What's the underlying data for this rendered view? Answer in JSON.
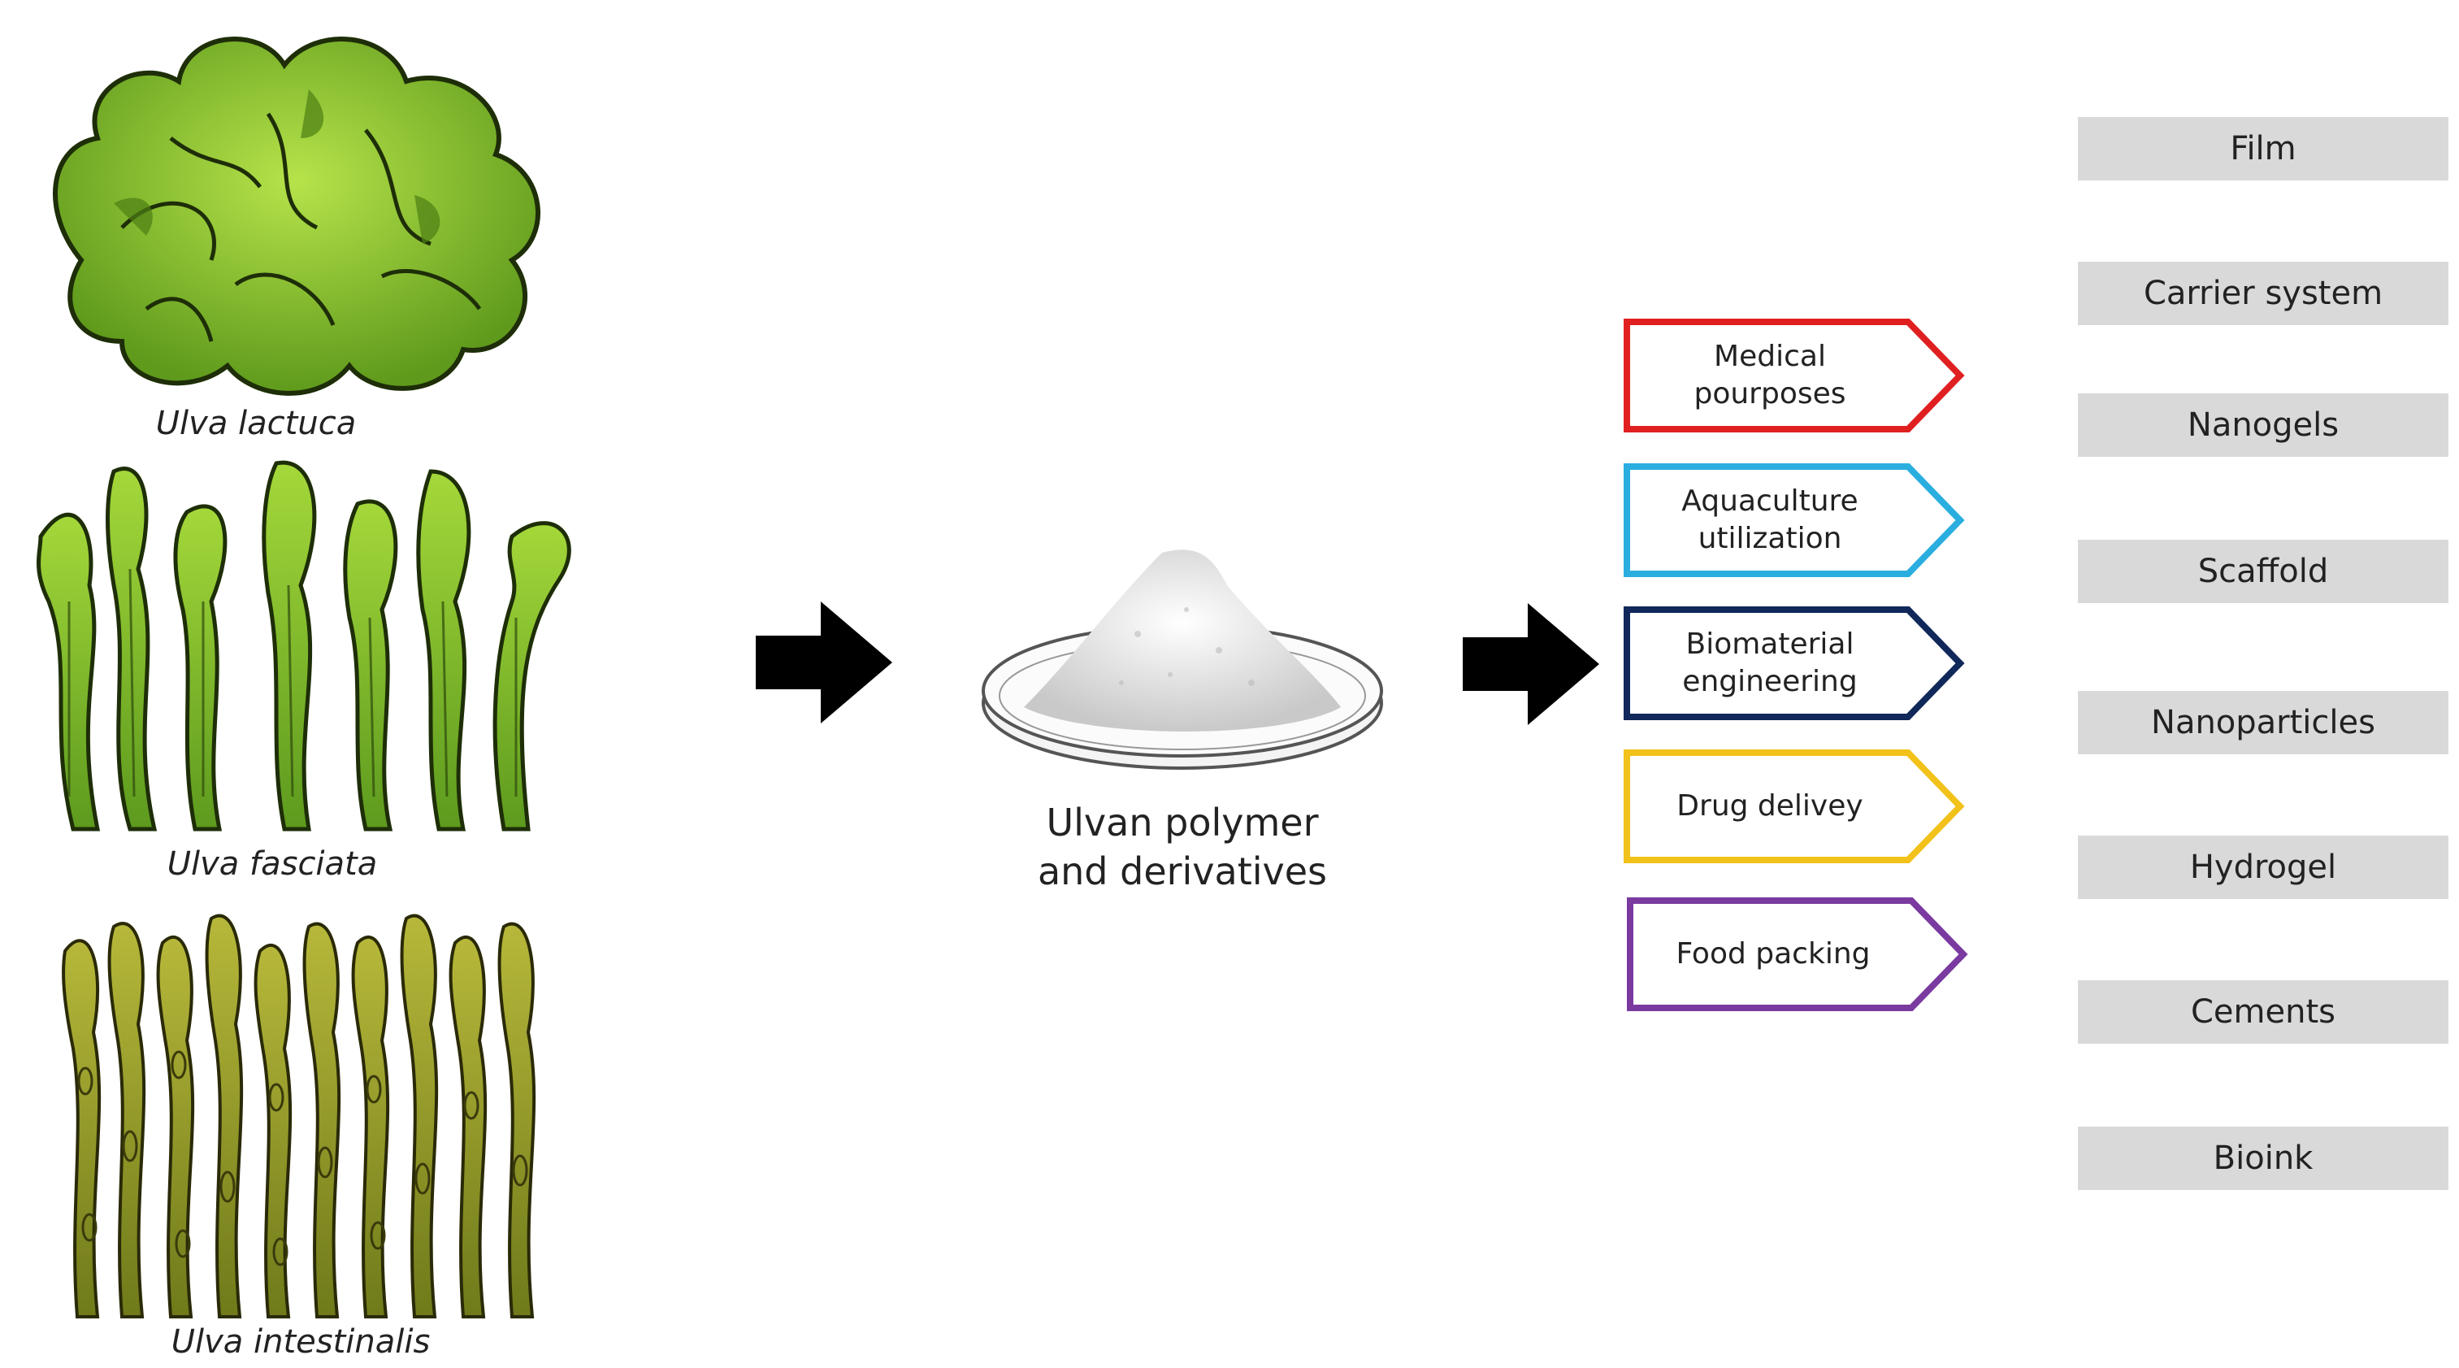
{
  "species": [
    {
      "name": "Ulva lactuca"
    },
    {
      "name": "Ulva fasciata"
    },
    {
      "name": "Ulva intestinalis"
    }
  ],
  "polymer": {
    "caption_line1": "Ulvan polymer",
    "caption_line2": "and derivatives"
  },
  "applications": [
    {
      "line1": "Medical",
      "line2": "pourposes",
      "color": "#e02020"
    },
    {
      "line1": "Aquaculture",
      "line2": "utilization",
      "color": "#2aaee0"
    },
    {
      "line1": "Biomaterial",
      "line2": "engineering",
      "color": "#10285a"
    },
    {
      "line1": "Drug delivey",
      "line2": "",
      "color": "#f2c21a"
    },
    {
      "line1": "Food packing",
      "line2": "",
      "color": "#7a3aa0"
    }
  ],
  "forms": [
    "Film",
    "Carrier system",
    "Nanogels",
    "Scaffold",
    "Nanoparticles",
    "Hydrogel",
    "Cements",
    "Bioink"
  ]
}
